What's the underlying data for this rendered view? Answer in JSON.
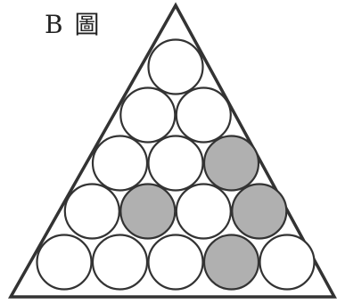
{
  "caption": "B 圖",
  "colors": {
    "stroke": "#333333",
    "unshaded": "#ffffff",
    "shaded": "#b0b0b0",
    "background": "#ffffff"
  },
  "arrangement": {
    "rows": 5,
    "circles_per_row": [
      1,
      2,
      3,
      4,
      5
    ],
    "shaded": [
      {
        "row": 3,
        "index": 3
      },
      {
        "row": 4,
        "index": 2
      },
      {
        "row": 4,
        "index": 4
      },
      {
        "row": 5,
        "index": 4
      }
    ]
  }
}
